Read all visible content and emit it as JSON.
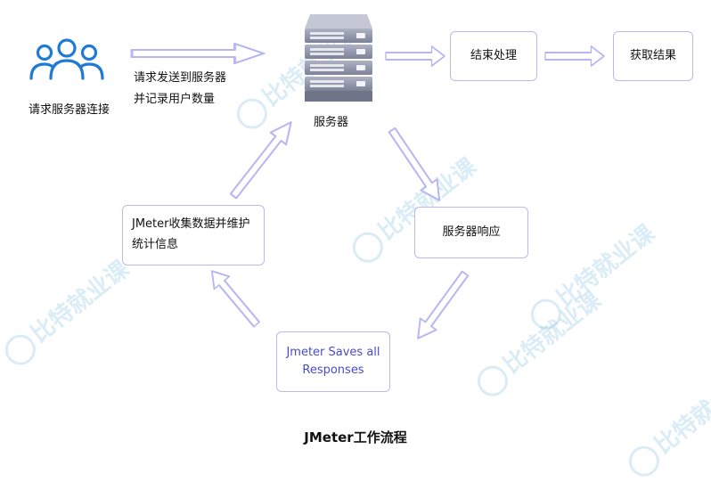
{
  "nodes": {
    "users_label": "请求服务器连接",
    "request_label_1": "请求发送到服务器",
    "request_label_2": "并记录用户数量",
    "server_label": "服务器",
    "process_end": "结束处理",
    "get_result": "获取结果",
    "server_response": "服务器响应",
    "jmeter_saves_1": "Jmeter Saves all",
    "jmeter_saves_2": "Responses",
    "jmeter_collect_1": "JMeter收集数据并维护",
    "jmeter_collect_2": "统计信息"
  },
  "caption": "JMeter工作流程",
  "watermark": "比特就业课",
  "colors": {
    "arrow": "#b6b6f2",
    "box_border": "#b9b9f0",
    "blue_text": "#4a4ac8",
    "user_icon": "#1f7ad6",
    "server_icon": "#8e93a8"
  }
}
